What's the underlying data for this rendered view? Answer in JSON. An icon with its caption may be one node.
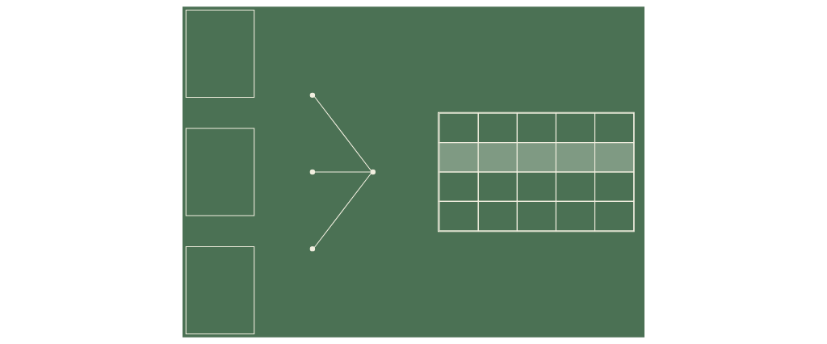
{
  "diagram": {
    "nodes": [
      {
        "text": [],
        "shape": "box"
      },
      {
        "text": [],
        "shape": "box"
      },
      {
        "text": [],
        "shape": "box"
      },
      {
        "text": [],
        "shape": "circle"
      },
      {
        "text": [],
        "shape": "circle"
      },
      {
        "text": [],
        "shape": "circle"
      },
      {
        "text": [],
        "shape": "circle"
      },
      {
        "text": [],
        "shape": "table"
      }
    ],
    "edges": [
      {
        "from": 3,
        "to": 6,
        "arrow": "none"
      },
      {
        "from": 4,
        "to": 6,
        "arrow": "none"
      },
      {
        "from": 5,
        "to": 6,
        "arrow": "none"
      }
    ]
  }
}
